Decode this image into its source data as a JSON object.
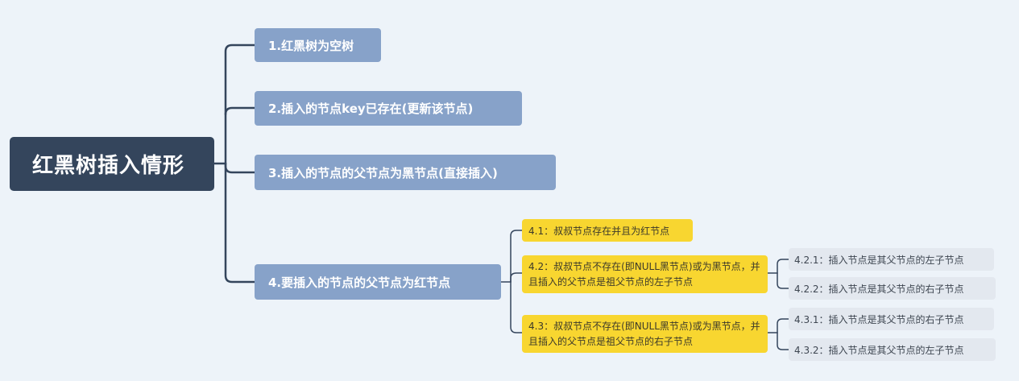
{
  "root": {
    "label": "红黑树插入情形"
  },
  "cases": [
    {
      "label": "1.红黑树为空树"
    },
    {
      "label": "2.插入的节点key已存在(更新该节点)"
    },
    {
      "label": "3.插入的节点的父节点为黑节点(直接插入)"
    },
    {
      "label": "4.要插入的节点的父节点为红节点"
    }
  ],
  "subcases": [
    {
      "label": "4.1：叔叔节点存在并且为红节点"
    },
    {
      "label": "4.2：叔叔节点不存在(即NULL黑节点)或为黑节点，并且插入的父节点是祖父节点的左子节点"
    },
    {
      "label": "4.3：叔叔节点不存在(即NULL黑节点)或为黑节点，并且插入的父节点是祖父节点的右子节点"
    }
  ],
  "leaves": [
    {
      "label": "4.2.1：插入节点是其父节点的左子节点"
    },
    {
      "label": "4.2.2：插入节点是其父节点的右子节点"
    },
    {
      "label": "4.3.1：插入节点是其父节点的右子节点"
    },
    {
      "label": "4.3.2：插入节点是其父节点的左子节点"
    }
  ],
  "colors": {
    "background": "#edf3f9",
    "root_fill": "#34455c",
    "case_fill": "#87a2c9",
    "subcase_fill": "#f8d630",
    "leaf_fill": "#e3e8ef",
    "connector": "#34455c"
  }
}
